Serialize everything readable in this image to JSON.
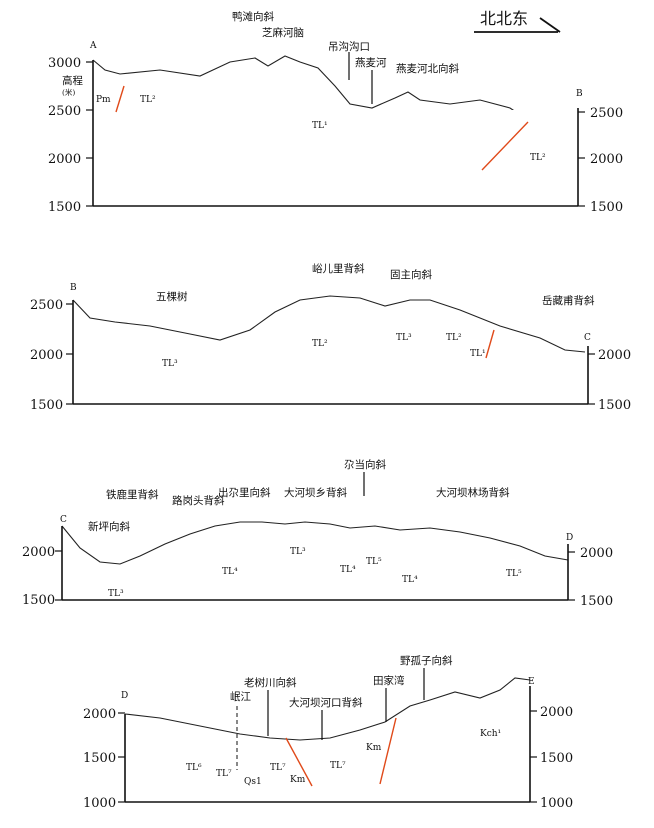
{
  "compass": {
    "label": "北北东"
  },
  "panels": [
    {
      "id": "A-B",
      "start": "A",
      "end": "B",
      "elev_title": "高程",
      "elev_unit": "(米)",
      "left_ticks": [
        "3000",
        "2500",
        "2000",
        "1500"
      ],
      "right_ticks": [
        "2500",
        "2000",
        "1500"
      ],
      "structures": [
        "鸭滩向斜",
        "芝麻河脑",
        "吊沟沟口",
        "燕麦河",
        "燕麦河北向斜"
      ],
      "units": [
        "Pm",
        "TL²",
        "TL¹",
        "TL²"
      ]
    },
    {
      "id": "B-C",
      "start": "B",
      "end": "C",
      "left_ticks": [
        "2500",
        "2000",
        "1500"
      ],
      "right_ticks": [
        "2000",
        "1500"
      ],
      "structures": [
        "峪儿里背斜",
        "固主向斜",
        "五棵树",
        "岳藏甫背斜"
      ],
      "units": [
        "TL³",
        "TL²",
        "TL³",
        "TL²",
        "TL¹"
      ]
    },
    {
      "id": "C-D",
      "start": "C",
      "end": "D",
      "left_ticks": [
        "2000",
        "1500"
      ],
      "right_ticks": [
        "2000",
        "1500"
      ],
      "structures": [
        "尕当向斜",
        "铁鹿里背斜",
        "路岗头背斜",
        "出尕里向斜",
        "大河坝乡背斜",
        "大河坝林场背斜",
        "新坪向斜"
      ],
      "units": [
        "TL³",
        "TL⁴",
        "TL³",
        "TL⁴",
        "TL⁵",
        "TL⁴",
        "TL⁵"
      ]
    },
    {
      "id": "D-E",
      "start": "D",
      "end": "E",
      "left_ticks": [
        "2000",
        "1500",
        "1000"
      ],
      "right_ticks": [
        "2000",
        "1500",
        "1000"
      ],
      "structures": [
        "野孤子向斜",
        "老树川向斜",
        "田家湾",
        "岷江",
        "大河坝河口背斜"
      ],
      "units": [
        "TL⁶",
        "TL⁷",
        "Qs1",
        "TL⁷",
        "Km",
        "TL⁷",
        "Km",
        "Kch¹"
      ]
    }
  ]
}
